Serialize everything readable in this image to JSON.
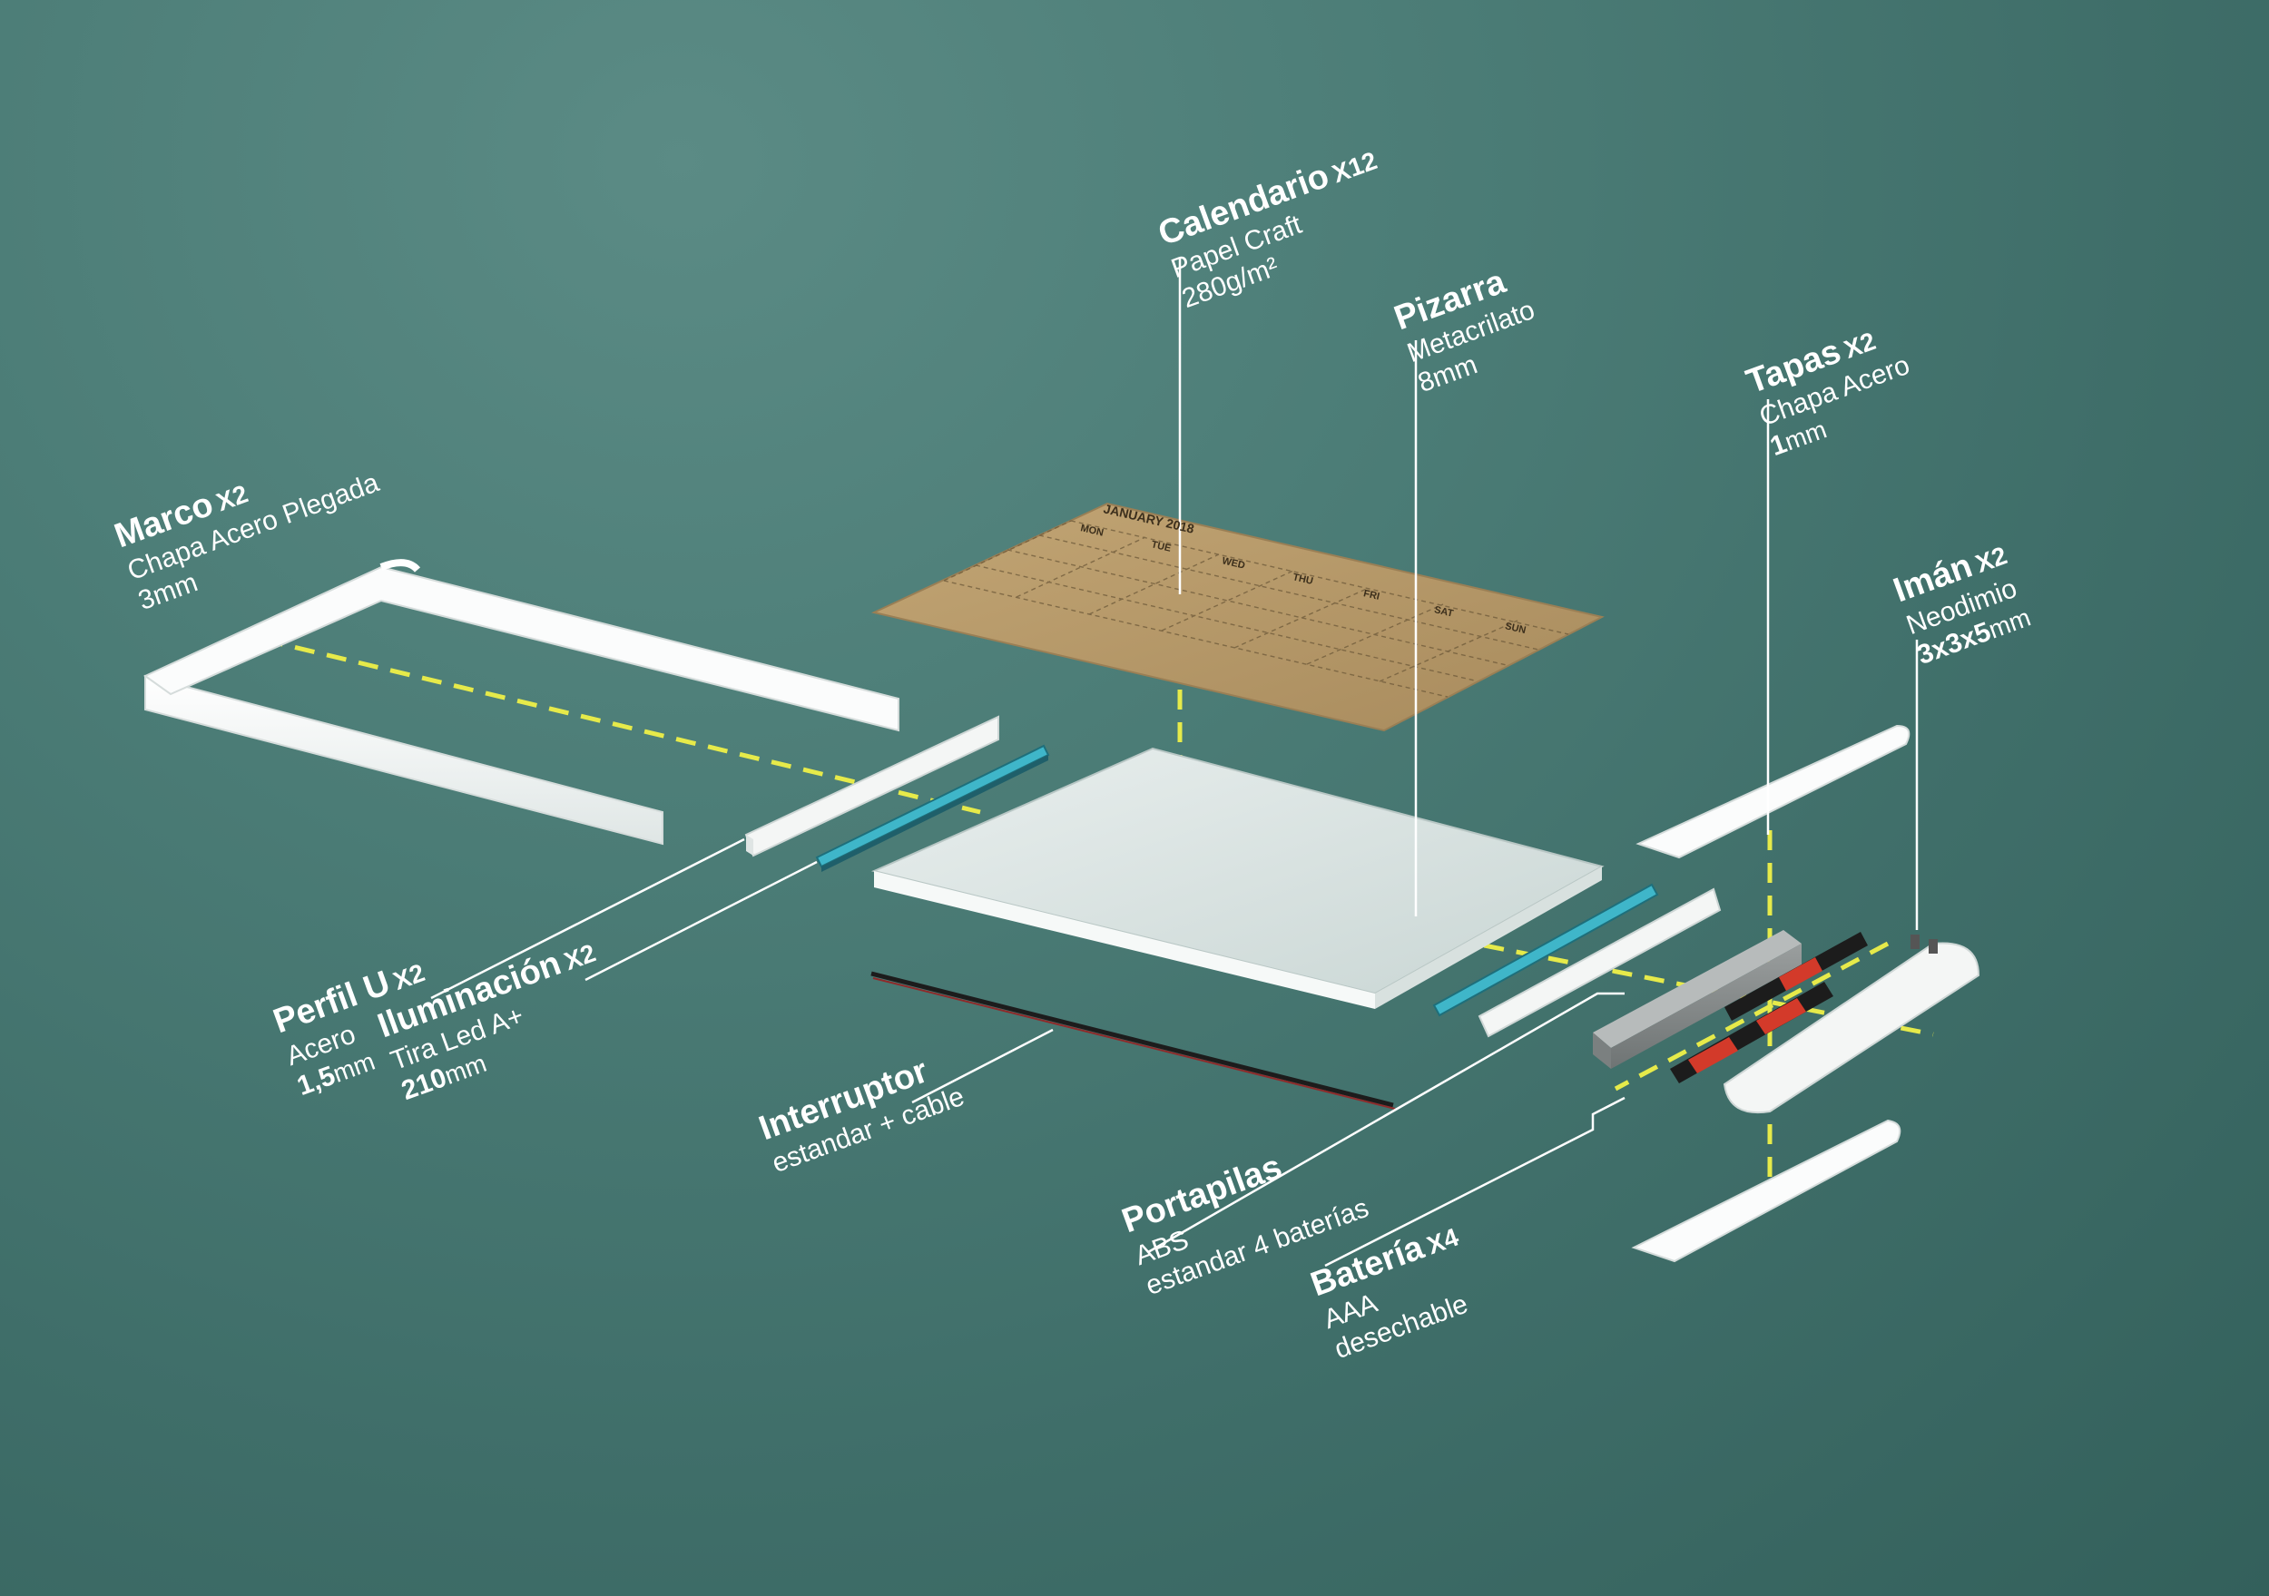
{
  "components": {
    "marco": {
      "title": "Marco",
      "qty": "X2",
      "line1": "Chapa Acero Plegada",
      "line2": "3mm"
    },
    "calendario": {
      "title": "Calendario",
      "qty": "X12",
      "line1": "Papel Craft",
      "line2": "280g/m²"
    },
    "pizarra": {
      "title": "Pizarra",
      "qty": "",
      "line1": "Metacrilato",
      "line2": "8mm"
    },
    "tapas": {
      "title": "Tapas",
      "qty": "X2",
      "line1": "Chapa Acero",
      "line2_bold": "1",
      "line2_unit": "mm"
    },
    "iman": {
      "title": "Imán",
      "qty": "X2",
      "line1": "Neodimio",
      "line2_bold": "3x3x5",
      "line2_unit": "mm"
    },
    "perfil": {
      "title": "Perfil U",
      "qty": "X2",
      "line1": "Acero",
      "line2_bold": "1,5",
      "line2_unit": "mm"
    },
    "iluminacion": {
      "title": "Iluminación",
      "qty": "X2",
      "line1": "Tira Led A+",
      "line2_bold": "210",
      "line2_unit": "mm"
    },
    "interruptor": {
      "title": "Interruptor",
      "qty": "",
      "line1": "estandar + cable"
    },
    "portapilas": {
      "title": "Portapilas",
      "qty": "",
      "line1": "ABS",
      "line2": "estandar 4 baterías"
    },
    "bateria": {
      "title": "Batería",
      "qty": "X4",
      "line1": "AAA",
      "line2": "desechable"
    }
  },
  "calendar": {
    "month": "JANUARY 2018",
    "days": [
      "MON",
      "TUE",
      "WED",
      "THU",
      "FRI",
      "SAT",
      "SUN"
    ]
  },
  "colors": {
    "background": "#4b7c76",
    "guide_dashes": "#e6ea4a",
    "leader_lines": "#ffffff",
    "kraft_paper": "#b89a6a",
    "parts_white": "#f4f6f5"
  }
}
